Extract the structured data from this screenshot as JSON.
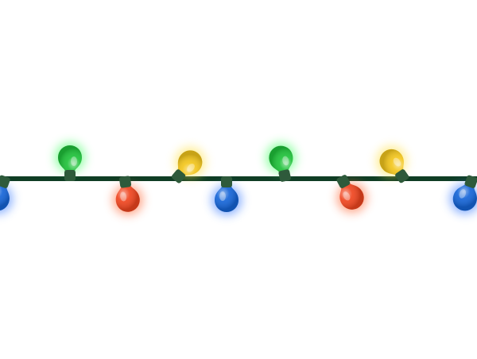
{
  "scene": {
    "background": "#ffffff",
    "wire_color": "#0f3d24",
    "socket_color": "#2e5a3b"
  },
  "bulbs": [
    {
      "color": "blue",
      "hex": "#1565d8",
      "glow": "#3a7bff"
    },
    {
      "color": "green",
      "hex": "#1fc23a",
      "glow": "#4cff6a"
    },
    {
      "color": "red",
      "hex": "#f0451f",
      "glow": "#ff6a3a"
    },
    {
      "color": "yellow",
      "hex": "#f3c61c",
      "glow": "#ffe14a"
    },
    {
      "color": "blue",
      "hex": "#1565d8",
      "glow": "#3a7bff"
    },
    {
      "color": "green",
      "hex": "#1fc23a",
      "glow": "#4cff6a"
    },
    {
      "color": "red",
      "hex": "#f0451f",
      "glow": "#ff6a3a"
    },
    {
      "color": "yellow",
      "hex": "#f3c61c",
      "glow": "#ffe14a"
    },
    {
      "color": "blue",
      "hex": "#1565d8",
      "glow": "#3a7bff"
    }
  ]
}
